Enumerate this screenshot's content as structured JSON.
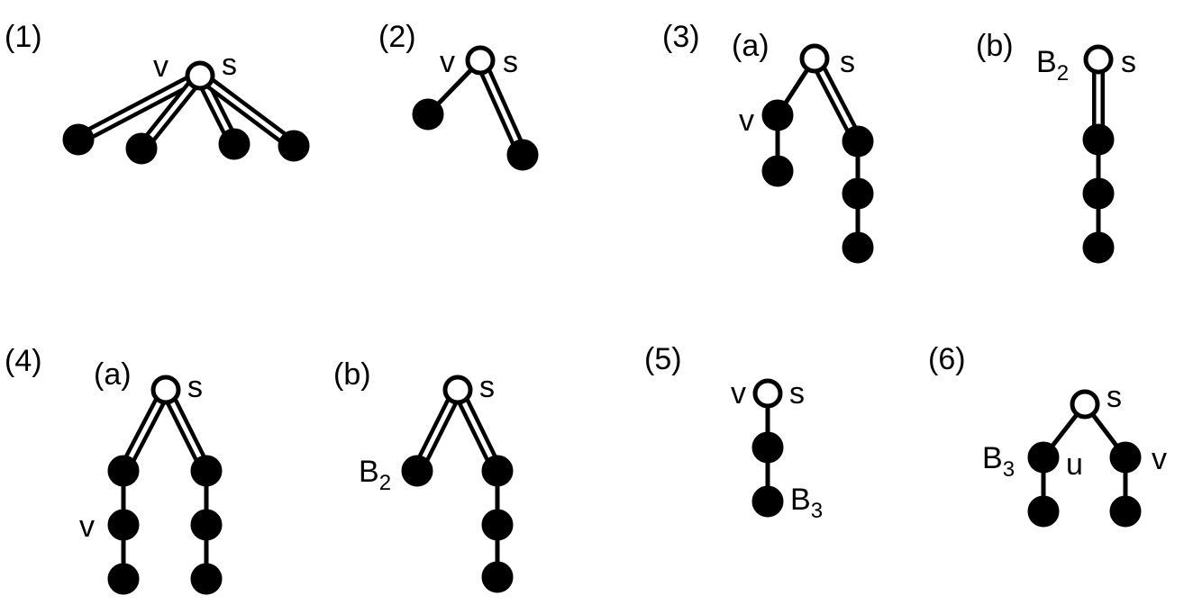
{
  "panels": {
    "p1": {
      "num": "(1)",
      "v": "v",
      "s": "s"
    },
    "p2": {
      "num": "(2)",
      "v": "v",
      "s": "s"
    },
    "p3": {
      "num": "(3)",
      "a": "(a)",
      "b": "(b)",
      "v": "v",
      "s_a": "s",
      "s_b": "s",
      "B": "B",
      "B_sub": "2"
    },
    "p4": {
      "num": "(4)",
      "a": "(a)",
      "b": "(b)",
      "v": "v",
      "s_a": "s",
      "s_b": "s",
      "B": "B",
      "B_sub": "2"
    },
    "p5": {
      "num": "(5)",
      "v": "v",
      "s": "s",
      "B": "B",
      "B_sub": "3"
    },
    "p6": {
      "num": "(6)",
      "s": "s",
      "u": "u",
      "v": "v",
      "B": "B",
      "B_sub": "3"
    }
  },
  "colors": {
    "stroke": "#000000",
    "filled_vertex": "#000000",
    "open_vertex": "#ffffff"
  }
}
